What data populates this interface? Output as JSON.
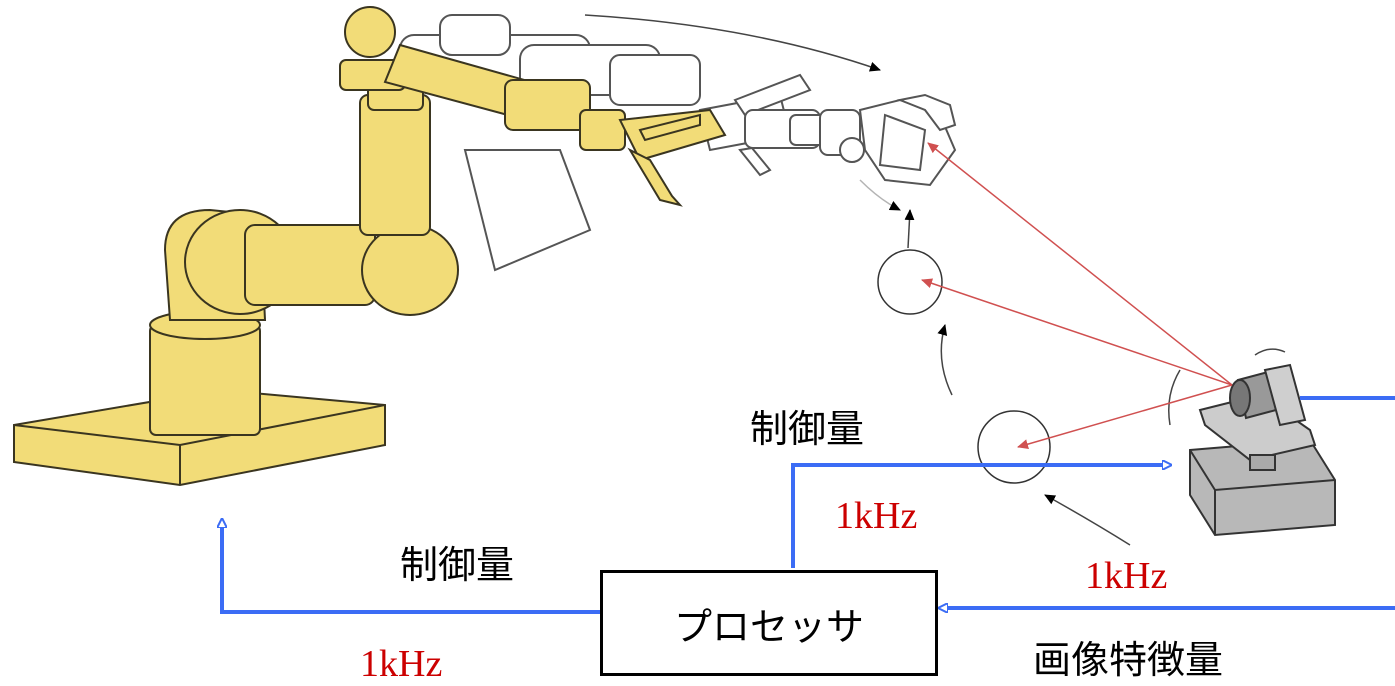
{
  "colors": {
    "arm_fill": "#f2dc78",
    "arm_stroke": "#3a3520",
    "flow_line": "#3b6cf5",
    "ray": "#d05050",
    "freq_text": "#cc0000",
    "camera_fill": "#b8b8b8"
  },
  "labels": {
    "control_top": "制御量",
    "control_left": "制御量",
    "freq_top": "1kHz",
    "freq_mid": "1kHz",
    "freq_bottom": "1kHz",
    "feature": "画像特徴量"
  },
  "processor": {
    "label": "プロセッサ"
  }
}
